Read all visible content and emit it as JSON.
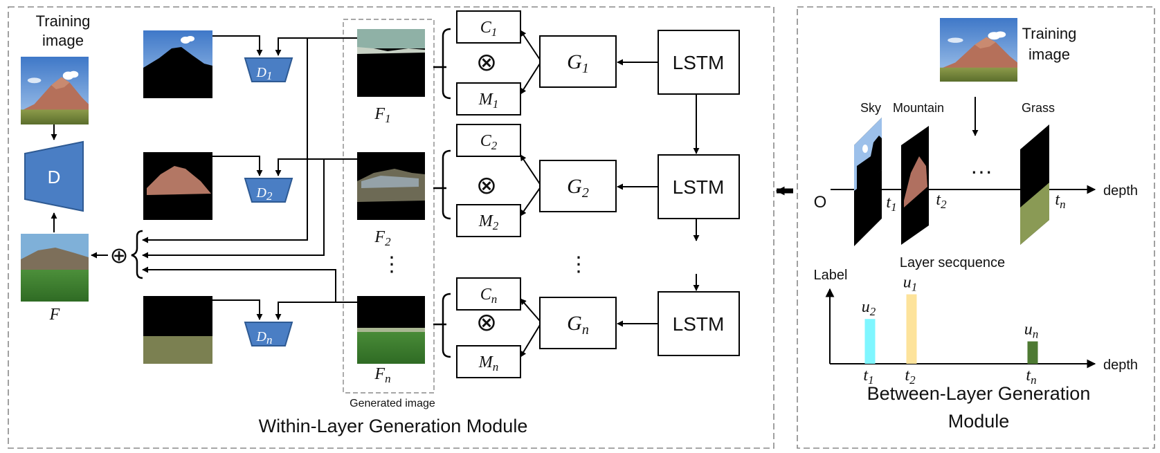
{
  "left_module": {
    "title": "Within-Layer Generation Module",
    "training_image": {
      "label": "Training image",
      "line1": "Training",
      "line2": "image"
    },
    "discriminator_main": "D",
    "composite": {
      "label": "F"
    },
    "generated_group_label": "Generated image",
    "rows": [
      {
        "disc": "D",
        "disc_sub": "1",
        "feat": "F",
        "feat_sub": "1",
        "c": "C",
        "c_sub": "1",
        "m": "M",
        "m_sub": "1",
        "g": "G",
        "g_sub": "1",
        "lstm": "LSTM"
      },
      {
        "disc": "D",
        "disc_sub": "2",
        "feat": "F",
        "feat_sub": "2",
        "c": "C",
        "c_sub": "2",
        "m": "M",
        "m_sub": "2",
        "g": "G",
        "g_sub": "2",
        "lstm": "LSTM"
      },
      {
        "disc": "D",
        "disc_sub": "n",
        "feat": "F",
        "feat_sub": "n",
        "c": "C",
        "c_sub": "n",
        "m": "M",
        "m_sub": "n",
        "g": "G",
        "g_sub": "n",
        "lstm": "LSTM"
      }
    ],
    "ellipsis": "⋮",
    "otimes": "⊗",
    "oplus": "⊕"
  },
  "right_module": {
    "title_line1": "Between-Layer Generation",
    "title_line2": "Module",
    "training_image": {
      "line1": "Training",
      "line2": "image"
    },
    "layer_names": [
      "Sky",
      "Mountain",
      "Grass"
    ],
    "origin": "O",
    "depth_label": "depth",
    "layer_sequence_label": "Layer secquence",
    "ticks": [
      {
        "t": "t",
        "sub": "1"
      },
      {
        "t": "t",
        "sub": "2"
      },
      {
        "t": "t",
        "sub": "n"
      }
    ],
    "dots": "···",
    "label_axis": "Label",
    "bars": [
      {
        "u": "u",
        "sub": "2",
        "t": "t",
        "t_sub": "1",
        "value": 0.6,
        "color": "#7ff6ff"
      },
      {
        "u": "u",
        "sub": "1",
        "t": "t",
        "t_sub": "2",
        "value": 0.93,
        "color": "#fde39b"
      },
      {
        "u": "u",
        "sub": "n",
        "t": "t",
        "t_sub": "n",
        "value": 0.3,
        "color": "#4e7a33"
      }
    ]
  },
  "colors": {
    "disc_fill": "#4a7ec4",
    "disc_stroke": "#2e5a93",
    "dashed_border": "#888888"
  }
}
